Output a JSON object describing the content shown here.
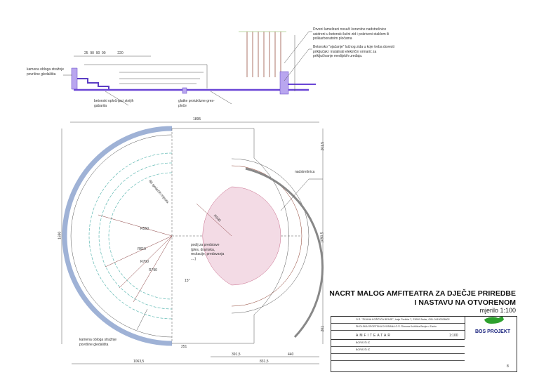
{
  "section": {
    "dims_top": [
      "25",
      "90",
      "90",
      "90",
      "220"
    ],
    "note_timber": "Drveni lamelirani nosači konzolne nadstrešnice usidreni u betonski lučni zid i pokriveni staklom ili polikarbonatnim pločama",
    "note_concrete": "Betonsko \"ojačanje\" lučnog zida u koje treba dovesti priključak i instalirati električni ormarić za priključivanje medijskih uređaja.",
    "note_stone": "kamena obloga stražnje površine gledališta",
    "note_curbs": "betonski opločnjaci stnijih gabarita",
    "note_tiles": "glatke protuklizne gres-ploče"
  },
  "plan": {
    "dim_width": "1895",
    "dim_height_left": "1690",
    "dim_right_top": "201,5",
    "dim_right_mid": "1090,5",
    "dim_right_bottom": "201",
    "dim_bottom_left": "1063,5",
    "dim_bottom_right": "831,5",
    "dim_bottom_a": "391,5",
    "dim_bottom_b": "440",
    "seats_label": "86 sjedećih mjesta",
    "radius_labels": [
      "R550",
      "R610",
      "R700",
      "R790",
      "R500"
    ],
    "angle_label": "15°",
    "stage_label": "podij za predstave (ples, dramska, recitacije, predavanja ....)",
    "canopy_label": "nadstrešnica",
    "stone_label": "kamena obloga stražnje površine gledališta",
    "arc_dim": "251"
  },
  "title": {
    "line1": "NACRT MALOG AMFITEATRA ZA DJEČJE PRIREDBE",
    "line2": "I NASTAVU NA OTVORENOM",
    "scale": "mjerilo 1:100"
  },
  "title_block": {
    "investor": "O.Š. \"ŠIJUNA KOŽIČIĆA BENJE\", Ivaje Perkića 7, 23000 Zadar, OIB: 04150328602",
    "building": "ŠKOLSKA SPORTSKA DVORANA O.Š. Šimuna Kožičića Benje u Zadru",
    "drawing": "AMFITEATAR",
    "scale": "1:100",
    "designer1": "BORIS ŠI IĆ",
    "designer2": "BORIS ŠI IĆ",
    "company": "BOS PROJEKT",
    "sheet": "8"
  },
  "colors": {
    "accent": "#7b5cd6",
    "stone": "#c9d3e6",
    "seat": "#5fb9b3",
    "stage": "#c86a8a",
    "logo": "#2ea12e"
  }
}
